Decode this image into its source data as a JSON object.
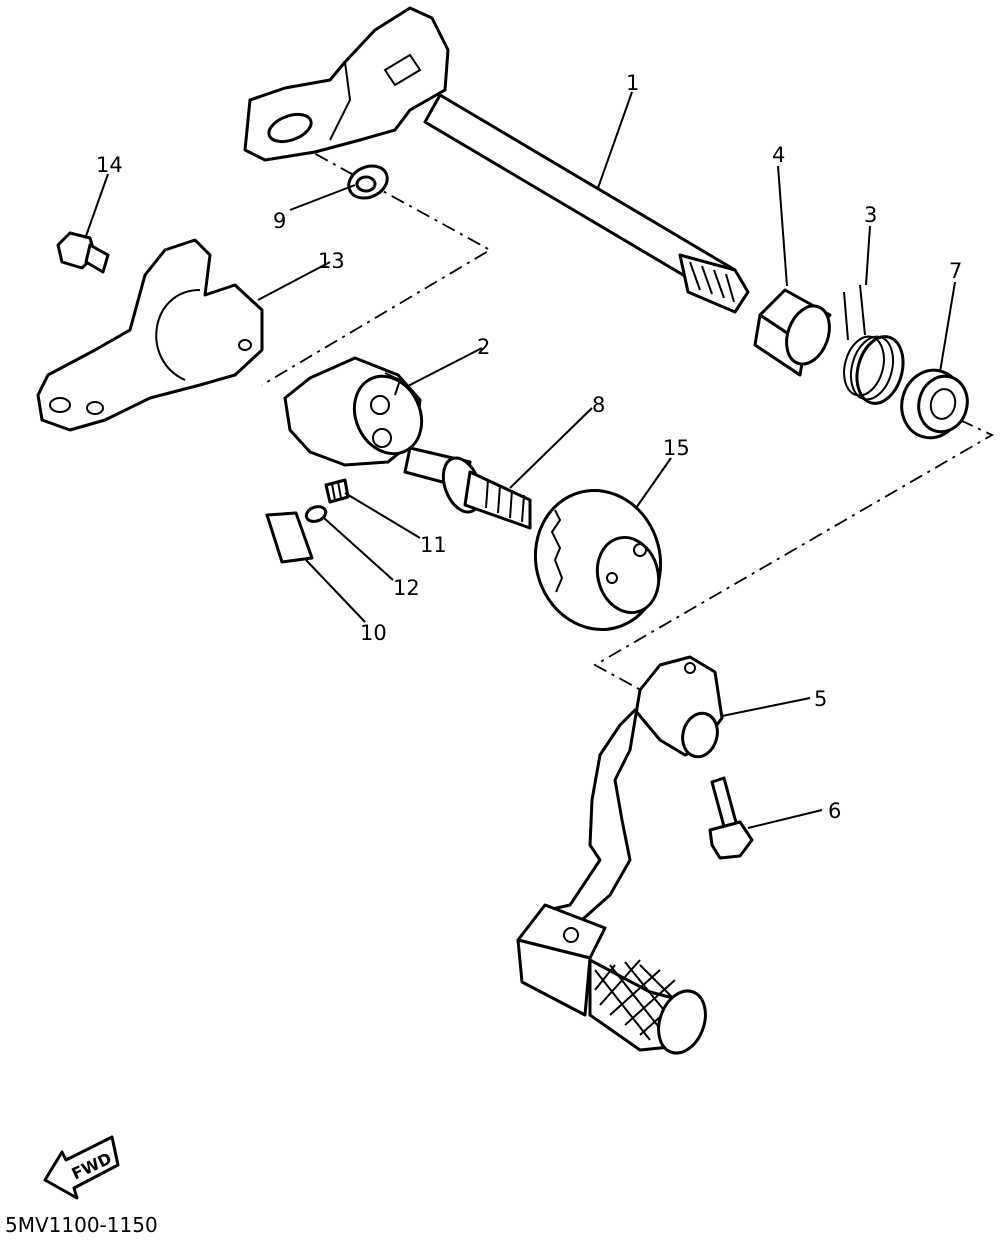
{
  "diagram": {
    "callouts": {
      "c1": "1",
      "c2": "2",
      "c3": "3",
      "c4": "4",
      "c5": "5",
      "c6": "6",
      "c7": "7",
      "c8": "8",
      "c9": "9",
      "c10": "10",
      "c11": "11",
      "c12": "12",
      "c13": "13",
      "c14": "14",
      "c15": "15"
    },
    "fwd_label": "FWD",
    "drawing_code": "5MV1100-1150"
  }
}
